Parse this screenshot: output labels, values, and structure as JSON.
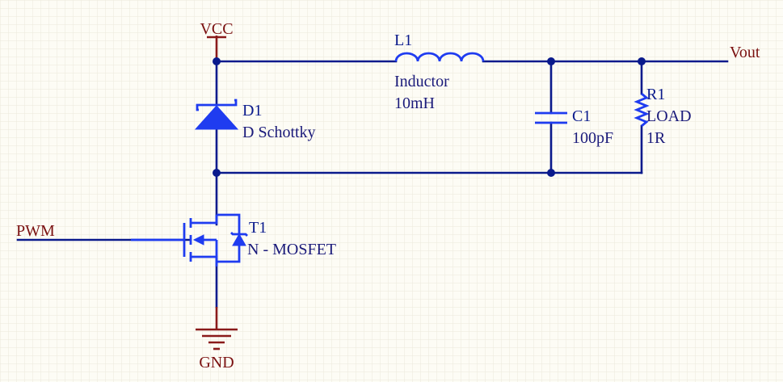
{
  "colors": {
    "background": "#fdfcf5",
    "grid": "#ece9dc",
    "wire": "#0a1a8c",
    "component": "#1f3cf0",
    "net_label": "#7a1010",
    "designator": "#0a1a8c",
    "value_text": "#1a1a7a"
  },
  "nets": {
    "vcc": "VCC",
    "gnd": "GND",
    "pwm": "PWM",
    "vout": "Vout"
  },
  "components": {
    "L1": {
      "designator": "L1",
      "name": "Inductor",
      "value": "10mH"
    },
    "C1": {
      "designator": "C1",
      "value": "100pF"
    },
    "R1": {
      "designator": "R1",
      "name": "LOAD",
      "value": "1R"
    },
    "D1": {
      "designator": "D1",
      "name": "D Schottky"
    },
    "T1": {
      "designator": "T1",
      "name": "N - MOSFET"
    }
  }
}
